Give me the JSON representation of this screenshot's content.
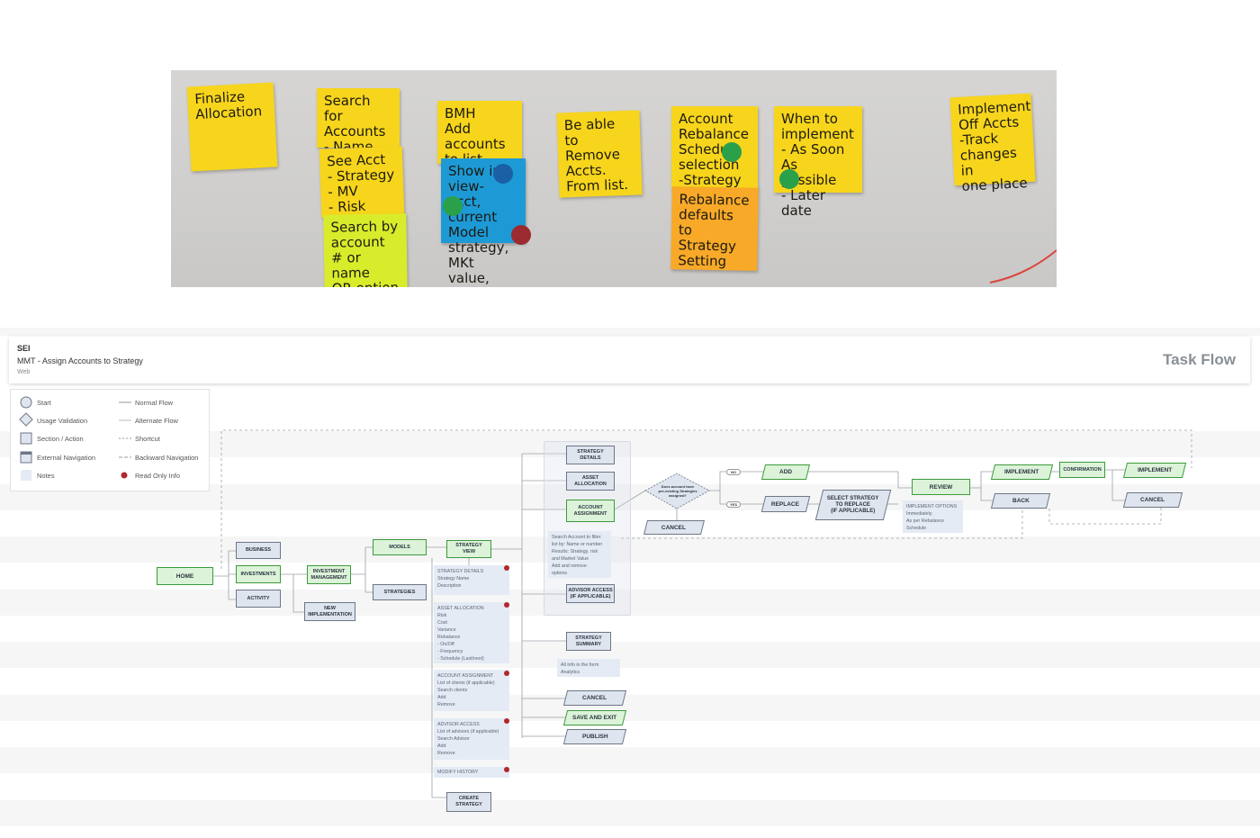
{
  "sticky_notes": [
    {
      "id": "finalize",
      "text": "Finalize\nAllocation"
    },
    {
      "id": "search",
      "text": "Search for\nAccounts\n- Name\n- Number"
    },
    {
      "id": "see",
      "text": "See Acct\n- Strategy\n- MV\n- Risk"
    },
    {
      "id": "searchby",
      "text": "Search by\naccount # or\nname\nOR option to\nsee list of\naccounts"
    },
    {
      "id": "add",
      "text": "BMH\nAdd accounts\nto list"
    },
    {
      "id": "show",
      "text": "Show in\nview-\nacct, current\nModel\nstrategy, MKt\nvalue, Risk\nclient"
    },
    {
      "id": "remove",
      "text": "Be able to\nRemove Accts.\nFrom list."
    },
    {
      "id": "rebal",
      "text": "Account\nRebalance\nSchedule\nselection\n-Strategy"
    },
    {
      "id": "rebaldef",
      "text": "Rebalance\ndefaults to\nStrategy\nSetting"
    },
    {
      "id": "when",
      "text": "When to\nimplement\n- As Soon As\npossible\n- Later date"
    },
    {
      "id": "impl",
      "text": "Implement\nOff Accts\n-Track\nchanges in\none place"
    }
  ],
  "header": {
    "company": "SEI",
    "project": "MMT - Assign Accounts to Strategy",
    "platform": "Web",
    "title": "Task Flow"
  },
  "legend": {
    "start": "Start",
    "usage_validation": "Usage Validation",
    "section_action": "Section / Action",
    "external_navigation": "External Navigation",
    "notes": "Notes",
    "normal_flow": "Normal Flow",
    "alternate_flow": "Alternate Flow",
    "shortcut": "Shortcut",
    "backward_navigation": "Backward Navigation",
    "read_only_info": "Read Only Info"
  },
  "nodes": {
    "home": "HOME",
    "business": "BUSINESS",
    "investments": "INVESTMENTS",
    "activity": "ACTIVITY",
    "investment_management": "INVESTMENT\nMANAGEMENT",
    "new_implementation": "NEW\nIMPLEMENTATION",
    "models": "MODELS",
    "strategies": "STRATEGIES",
    "strategy_view": "STRATEGY\nVIEW",
    "strategy_details": "STRATEGY\nDETAILS",
    "asset_allocation": "ASSET\nALLOCATION",
    "account_assignment": "ACCOUNT\nASSIGNMENT",
    "advisor_access": "ADVISOR ACCESS\n(IF APPLICABLE)",
    "strategy_summary": "STRATEGY\nSUMMARY",
    "cancel_main": "CANCEL",
    "save_and_exit": "SAVE AND EXIT",
    "publish": "PUBLISH",
    "create_strategy": "CREATE\nSTRATEGY",
    "decision": "Does account have\npre-existing Strategies\nassigned?",
    "decision_no": "NO",
    "decision_yes": "YES",
    "cancel_decision": "CANCEL",
    "add": "ADD",
    "replace": "REPLACE",
    "select_strategy": "SELECT STRATEGY\nTO REPLACE\n(IF APPLICABLE)",
    "review": "REVIEW",
    "implement_1": "IMPLEMENT",
    "back": "BACK",
    "confirmation": "CONFIRMATION",
    "implement_2": "IMPLEMENT",
    "cancel_end": "CANCEL"
  },
  "notes": {
    "strategy_details": "STRATEGY DETAILS\nStrategy Name\nDescription",
    "asset_allocation": "ASSET ALLOCATION\nRisk\nCost\nVariance\nRebalance\n - On/Off\n - Frequency\n - Schedule (Last/next)",
    "account_assignment": "ACCOUNT ASSIGNMENT\nList of clients (if applicable)\nSearch clients\nAdd\nRemove",
    "advisor_access": "ADVISOR ACCESS\nList of advisors (if applicable)\nSearch Advisor\nAdd\nRemove",
    "modify_history": "MODIFY HISTORY",
    "search_account": "Search Account to filter\nlist by: Name or number\nResults: Strategy, risk\nand Market Value\nAdd and remove\noptions",
    "summary": "All info in the form\nAnalytics",
    "implement_options": "IMPLEMENT OPTIONS\nImmediately\nAs per Rebalance\nSchedule"
  },
  "colors": {
    "note_yellow": "#f7d51c",
    "note_orange": "#f8a928",
    "note_green": "#d9ec2b",
    "note_blue": "#1d9ad6",
    "section_fill": "#dfe5ef",
    "highlight_fill": "#dcf3d9",
    "highlight_border": "#3c9a3c",
    "read_only_dot": "#b3262b"
  }
}
